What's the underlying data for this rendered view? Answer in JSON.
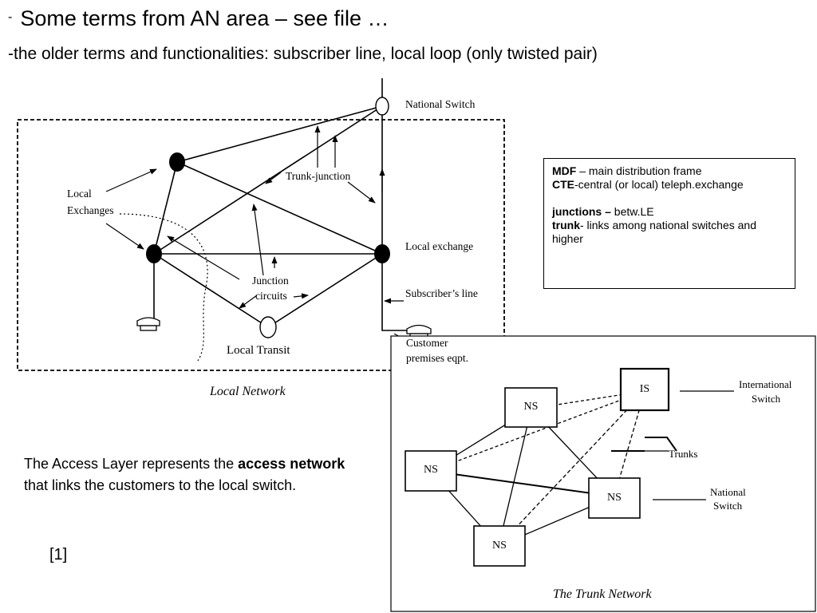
{
  "slide": {
    "title_dash": "-",
    "title": "Some terms from AN area – see file …",
    "subtitle": "-the older terms and functionalities: subscriber line,  local loop (only twisted pair)"
  },
  "local_network": {
    "labels": {
      "national_switch": "National Switch",
      "local_exchanges_1": "Local",
      "local_exchanges_2": "Exchanges",
      "trunk_junction": "Trunk-junction",
      "local_exchange": "Local exchange",
      "junction_circuits_1": "Junction",
      "junction_circuits_2": "circuits",
      "subscribers_line": "Subscriber’s line",
      "local_transit": "Local Transit",
      "customer_1": "Customer",
      "customer_2": "premises eqpt.",
      "caption": "Local Network"
    }
  },
  "definitions": {
    "mdf_term": "MDF",
    "mdf_def": " – main distribution frame",
    "cte_term": "CTE",
    "cte_def": "-central (or local) teleph.exchange",
    "junctions_term": "junctions –",
    "junctions_def": " betw.LE",
    "trunk_term": "trunk",
    "trunk_def": "- links among national switches and higher"
  },
  "access_text": {
    "part1": "The Access Layer represents the ",
    "bold": "access network",
    "part2": " that links the customers to the local switch."
  },
  "reference": "[1]",
  "trunk_network": {
    "nodes": {
      "ns_top": "NS",
      "is": "IS",
      "ns_left": "NS",
      "ns_right": "NS",
      "ns_bottom": "NS"
    },
    "labels": {
      "international_1": "International",
      "international_2": "Switch",
      "trunks": "Trunks",
      "national_1": "National",
      "national_2": "Switch",
      "caption": "The Trunk Network"
    }
  }
}
